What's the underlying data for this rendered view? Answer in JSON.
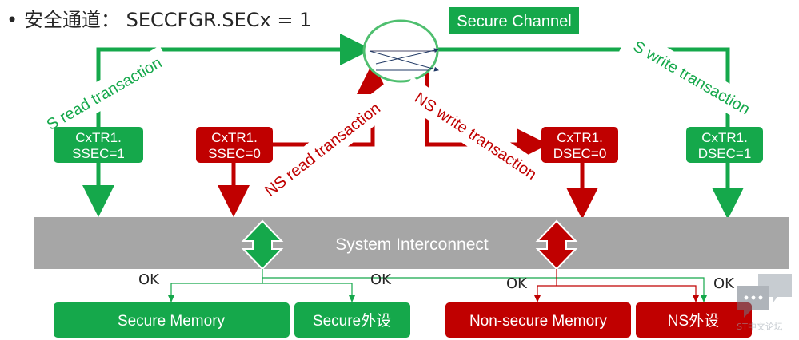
{
  "title": {
    "bullet": "•",
    "text": "安全通道： SECCFGR.SECx = 1"
  },
  "channel_label": "Secure Channel",
  "transactions": {
    "s_read": "S read transaction",
    "ns_read": "NS read transaction",
    "ns_write": "NS write transaction",
    "s_write": "S write transaction"
  },
  "registers": {
    "ssec1": [
      "CxTR1.",
      "SSEC=1"
    ],
    "ssec0": [
      "CxTR1.",
      "SSEC=0"
    ],
    "dsec0": [
      "CxTR1.",
      "DSEC=0"
    ],
    "dsec1": [
      "CxTR1.",
      "DSEC=1"
    ]
  },
  "interconnect_label": "System Interconnect",
  "ok_labels": [
    "OK",
    "OK",
    "OK",
    "OK"
  ],
  "targets": {
    "secure_memory": "Secure Memory",
    "secure_peripheral": "Secure外设",
    "nonsecure_memory": "Non-secure Memory",
    "ns_peripheral": "NS外设"
  },
  "watermark": "ST中文论坛",
  "colors": {
    "secure": "#15a84b",
    "nonsecure": "#c00000",
    "interconnect": "#a6a6a6",
    "text": "#262626"
  }
}
